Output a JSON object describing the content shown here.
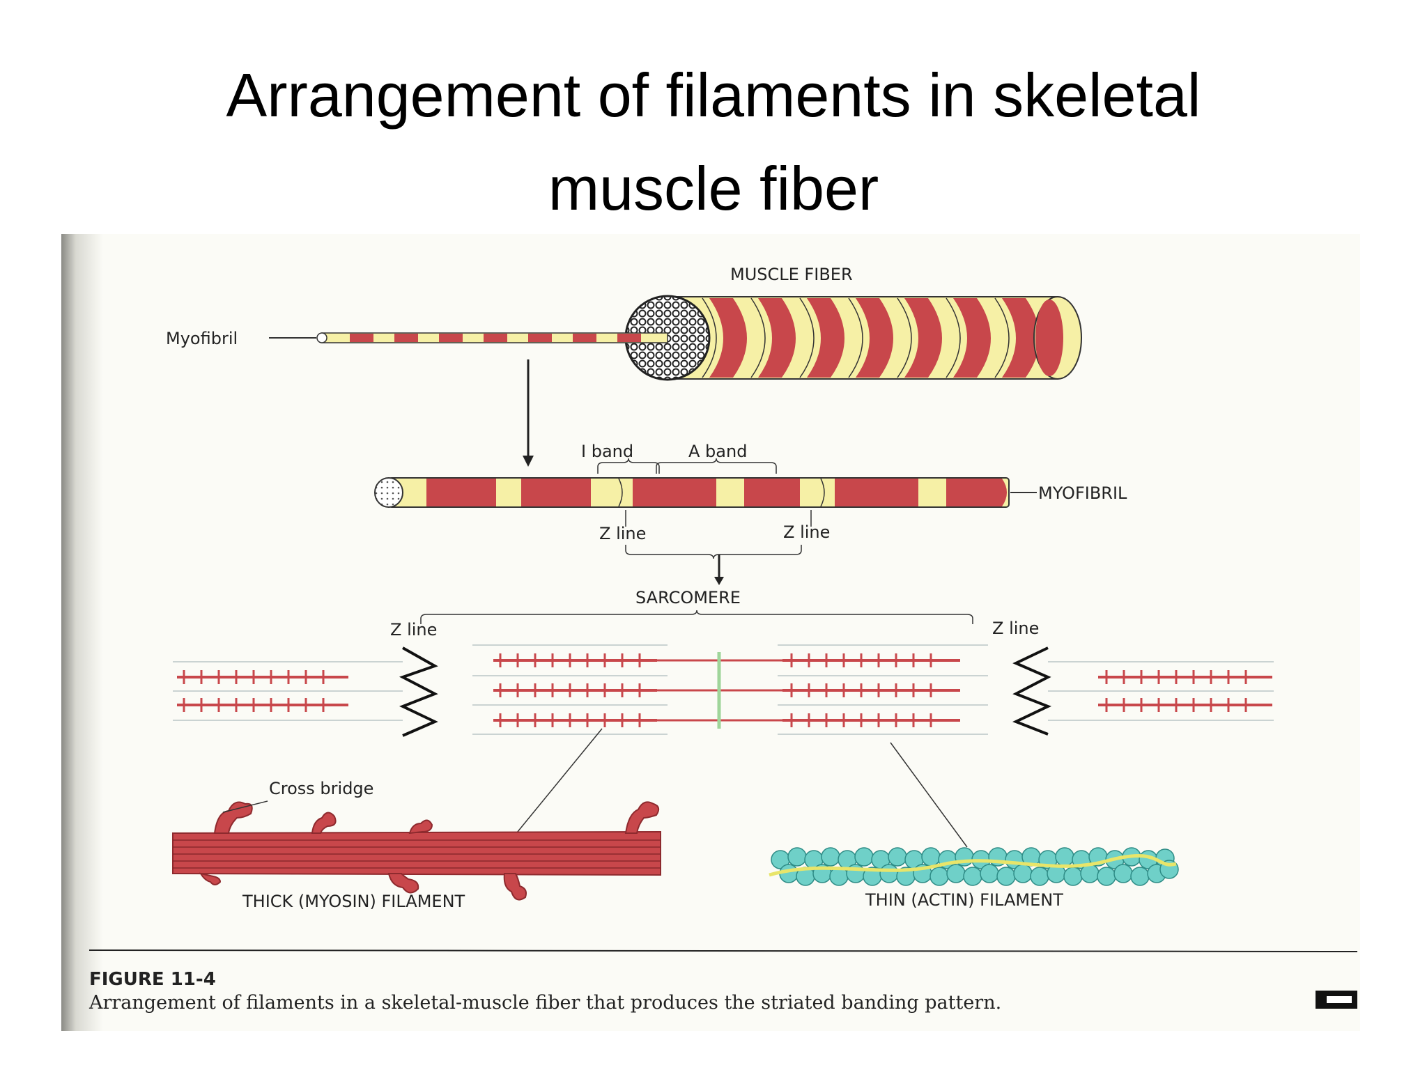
{
  "slide": {
    "title_line1": "Arrangement of filaments in skeletal",
    "title_line2": "muscle fiber"
  },
  "figure": {
    "labels": {
      "muscle_fiber": "MUSCLE FIBER",
      "myofibril_small": "Myofibril",
      "i_band": "I band",
      "a_band": "A band",
      "myofibril_caps": "MYOFIBRIL",
      "z_line_left_top": "Z line",
      "z_line_right_top": "Z line",
      "sarcomere": "SARCOMERE",
      "z_line_left": "Z line",
      "z_line_right": "Z line",
      "cross_bridge": "Cross bridge",
      "thick_filament": "THICK (MYOSIN) FILAMENT",
      "thin_filament": "THIN (ACTIN) FILAMENT"
    },
    "caption": {
      "heading": "FIGURE 11-4",
      "text": "Arrangement of filaments in a skeletal-muscle fiber that produces the striated banding pattern."
    },
    "colors": {
      "band_red": "#c8474b",
      "band_cream": "#f6f0a6",
      "actin_bead": "#6fd0c8",
      "tropomyosin": "#e8e56a",
      "m_line": "#9fd59a",
      "page_bg": "#fbfbf6"
    }
  }
}
